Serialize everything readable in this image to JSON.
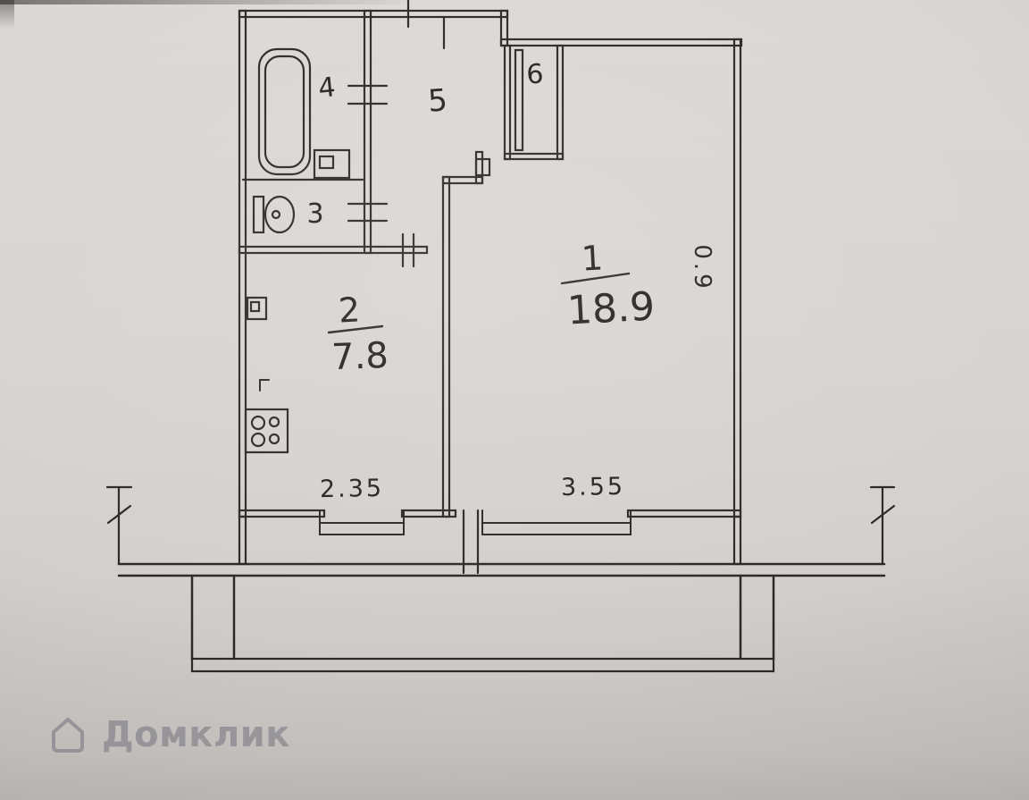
{
  "plan": {
    "rooms": [
      {
        "id": "living-room",
        "number": "1",
        "area": "18.9"
      },
      {
        "id": "kitchen",
        "number": "2",
        "area": "7.8"
      },
      {
        "id": "toilet",
        "number": "3"
      },
      {
        "id": "bathroom",
        "number": "4"
      },
      {
        "id": "hallway",
        "number": "5"
      },
      {
        "id": "closet",
        "number": "6"
      }
    ],
    "dimensions": {
      "bottom_left_width": "2.35",
      "bottom_right_width": "3.55",
      "side_depth": "0.9"
    },
    "icons": [
      "bathtub-icon",
      "toilet-icon",
      "washing-machine-icon",
      "stove-icon",
      "vent-box-icon",
      "domclick-house-icon"
    ]
  },
  "watermark": {
    "brand": "Домклик"
  },
  "colors": {
    "paper": "#d7d5d2",
    "ink": "#2d2a26",
    "watermark": "#98969a"
  }
}
